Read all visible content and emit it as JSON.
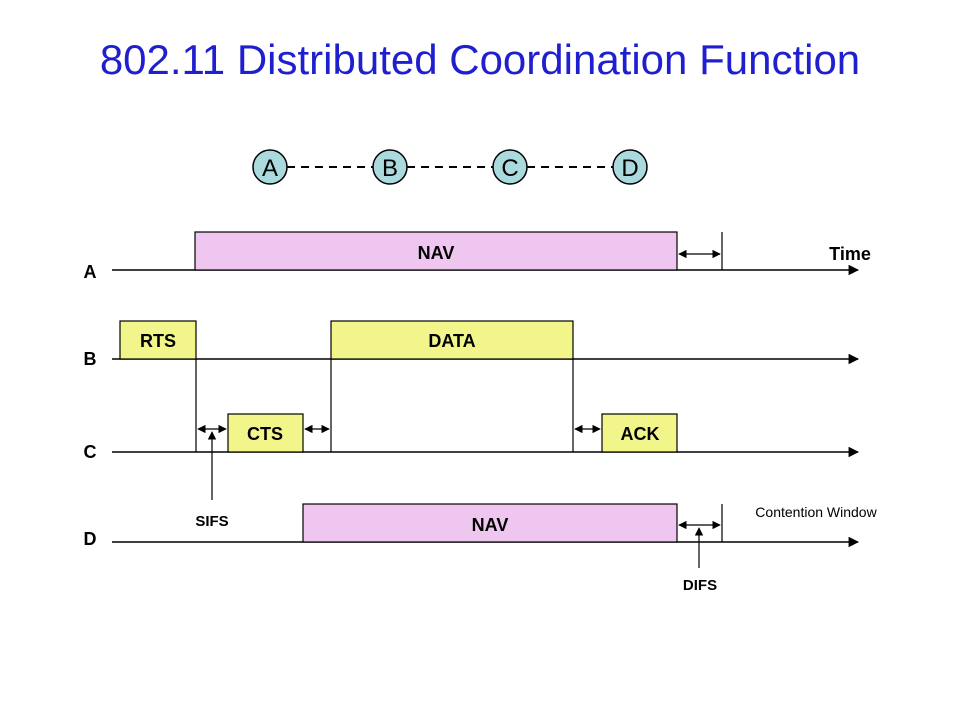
{
  "title": "802.11 Distributed Coordination Function",
  "topology": {
    "nodes": [
      "A",
      "B",
      "C",
      "D"
    ],
    "node_color": "#aadadd",
    "link_style": "dashed"
  },
  "timeline": {
    "rows": [
      "A",
      "B",
      "C",
      "D"
    ],
    "time_label": "Time",
    "frames": {
      "nav_a": "NAV",
      "rts": "RTS",
      "data": "DATA",
      "cts": "CTS",
      "ack": "ACK",
      "nav_d": "NAV"
    },
    "intervals": {
      "sifs": "SIFS",
      "difs": "DIFS",
      "contention": "Contention Window"
    },
    "colors": {
      "nav": "#eec6f0",
      "frame": "#f2f58a",
      "title": "#1f1fd0"
    }
  }
}
